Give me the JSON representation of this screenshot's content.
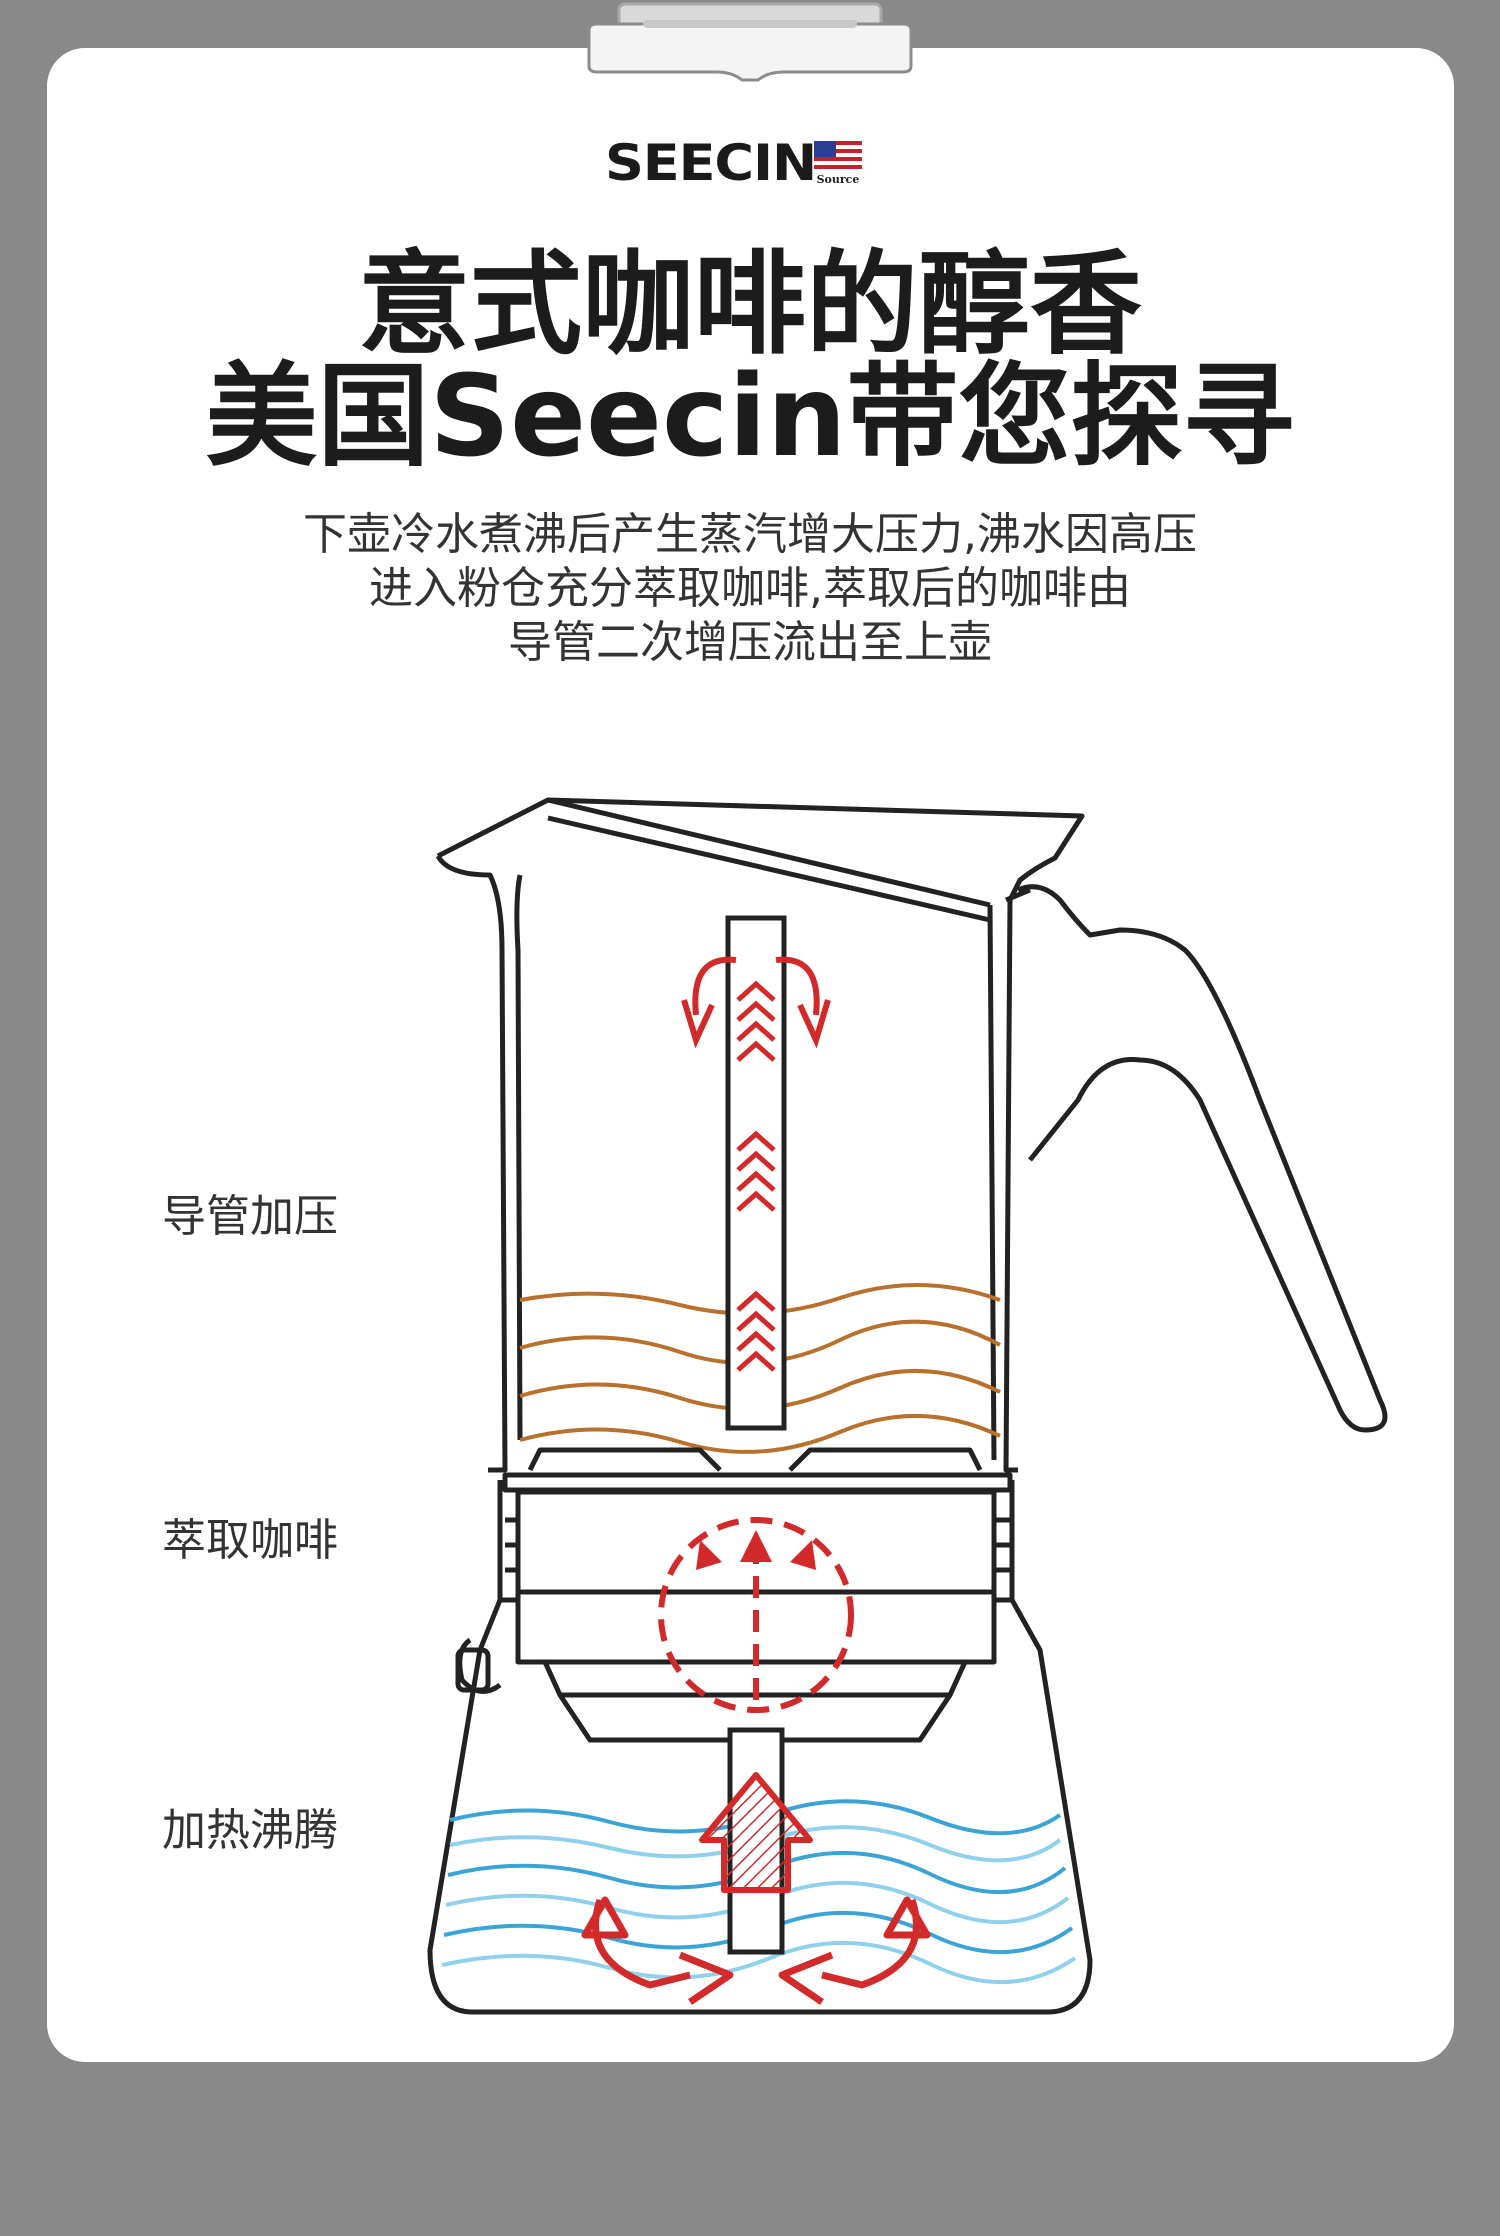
{
  "brand": {
    "name": "SEECIN",
    "flag_caption": "Source"
  },
  "headline": {
    "line1": "意式咖啡的醇香",
    "line2": "美国Seecin带您探寻"
  },
  "description": {
    "line1": "下壶冷水煮沸后产生蒸汽增大压力,沸水因高压",
    "line2": "进入粉仓充分萃取咖啡,萃取后的咖啡由",
    "line3": "导管二次增压流出至上壶"
  },
  "diagram_labels": {
    "tube": "导管加压",
    "extraction": "萃取咖啡",
    "boiling": "加热沸腾"
  },
  "colors": {
    "background": "#898989",
    "card": "#ffffff",
    "coffee": "#b8702c",
    "water": "#3aa4d6",
    "arrow": "#d22a2a"
  },
  "icons": [
    "clip-icon",
    "us-flag-icon",
    "moka-pot-illustration"
  ]
}
